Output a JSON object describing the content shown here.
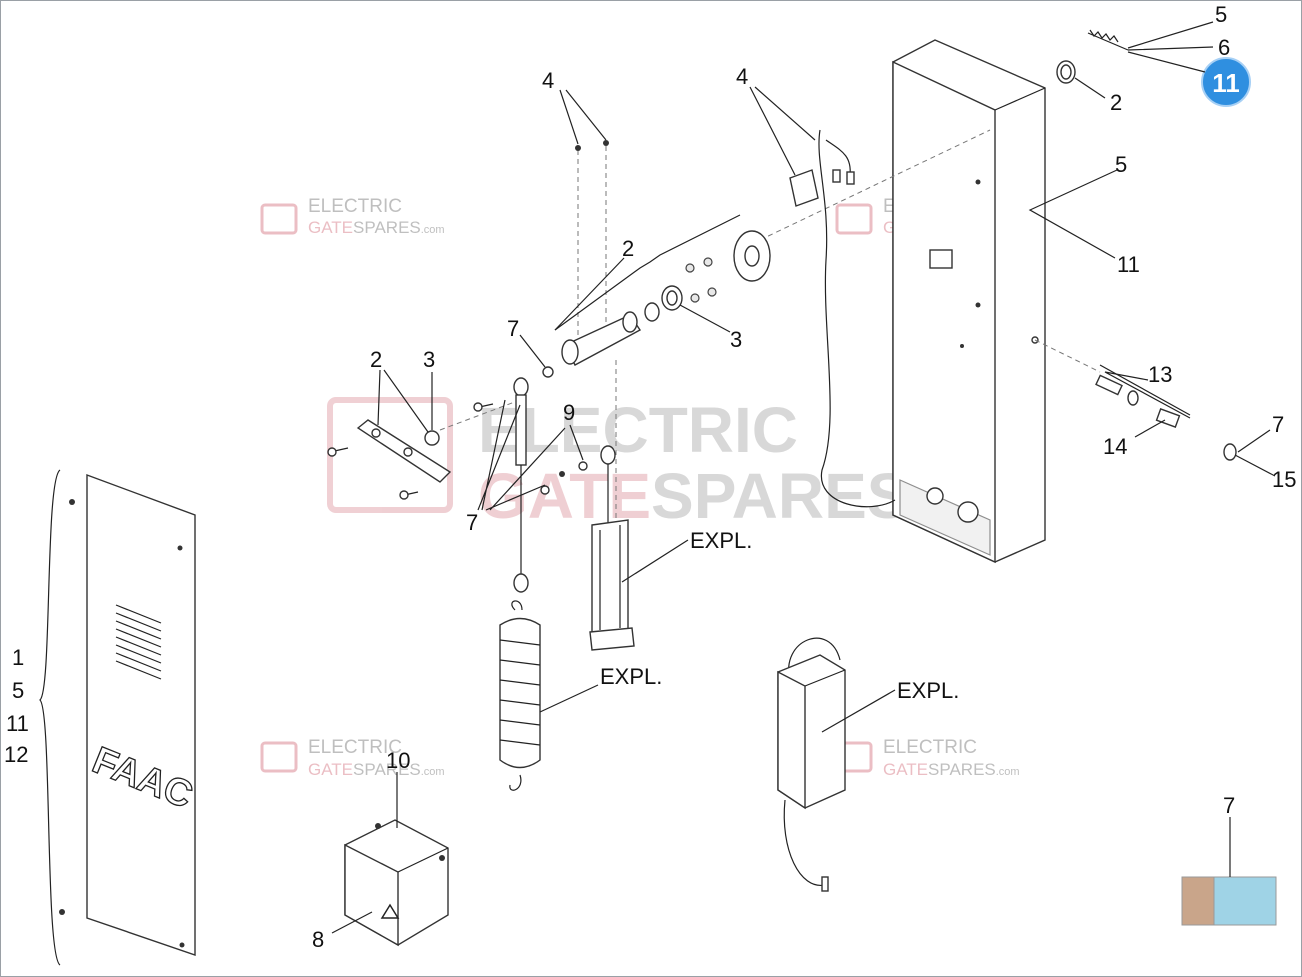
{
  "labels": {
    "top_right_5": "5",
    "top_right_6": "6",
    "top_right_badge": "11",
    "top_right_2": "2",
    "cabinet_5": "5",
    "cabinet_11": "11",
    "hub_4_left": "4",
    "bracket_4": "4",
    "motor_2": "2",
    "motor_3": "3",
    "motor_7": "7",
    "plate_2": "2",
    "plate_3": "3",
    "turnbuckle_9": "9",
    "bolts_7": "7",
    "lock_13": "13",
    "lock_14": "14",
    "lock_7": "7",
    "lock_15": "15",
    "cylinder_expl": "EXPL.",
    "spring_expl": "EXPL.",
    "transformer_expl": "EXPL.",
    "box_10": "10",
    "box_8": "8",
    "door_1": "1",
    "door_5": "5",
    "door_11": "11",
    "door_12": "12",
    "swatch_7": "7",
    "door_brand": "FAAC"
  },
  "watermark": {
    "line1": "ELECTRIC",
    "line2_a": "GATE",
    "line2_b": "SPARES",
    "suffix": ".com"
  },
  "colors": {
    "badge": "#2f8fe0",
    "watermark_red": "#e9b8be",
    "watermark_grey": "#b9b9b9",
    "swatch_left": "#c9a58a",
    "swatch_right": "#9fd3e6"
  }
}
